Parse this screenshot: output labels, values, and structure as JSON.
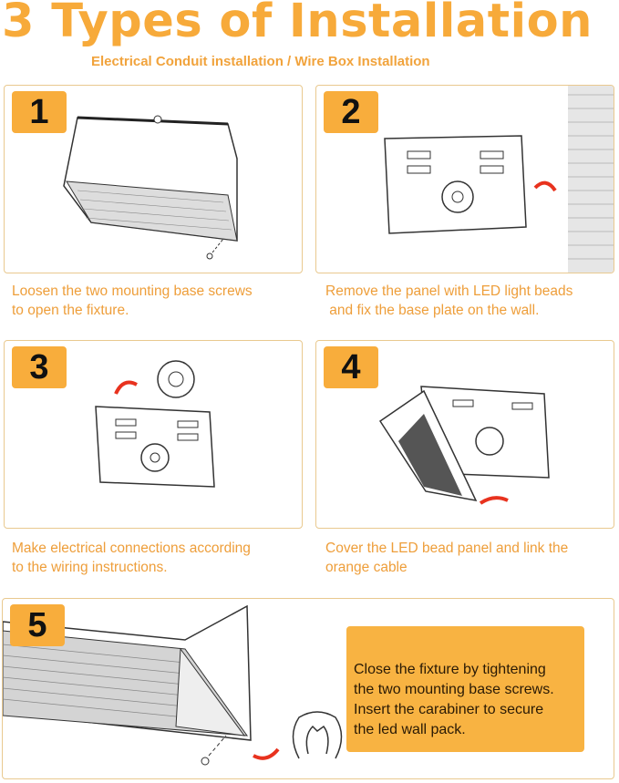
{
  "header": {
    "title": "3 Types of Installation",
    "subtitle": "Electrical Conduit installation / Wire Box Installation"
  },
  "steps": [
    {
      "number": "1",
      "caption": "Loosen the two mounting base screws\nto open the fixture."
    },
    {
      "number": "2",
      "caption": "Remove the panel with LED light beads\n and fix the base plate on the wall."
    },
    {
      "number": "3",
      "caption": "Make electrical connections according\nto the wiring instructions."
    },
    {
      "number": "4",
      "caption": "Cover the LED bead panel and link the\norange cable"
    },
    {
      "number": "5",
      "caption": "Close the fixture by tightening\nthe two mounting base screws.\nInsert the carabiner to secure\nthe led wall pack."
    }
  ],
  "colors": {
    "accent": "#f8ad3c",
    "caption": "#ee9e3a",
    "arrow": "#e8321e"
  }
}
